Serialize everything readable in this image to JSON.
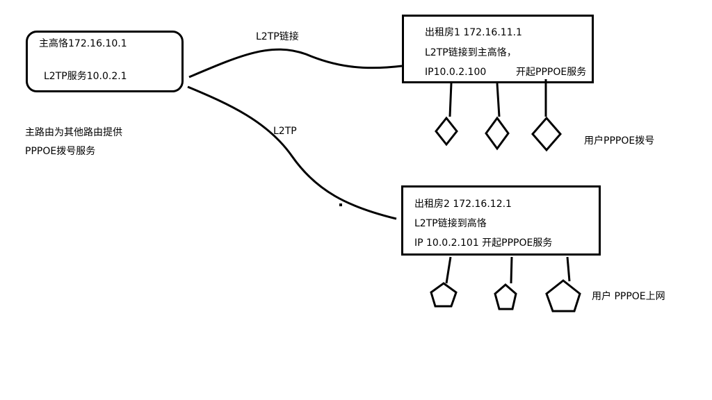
{
  "main_router": {
    "line1": "主高恪172.16.10.1",
    "line2": "L2TP服务10.0.2.1"
  },
  "main_note": {
    "line1": "主路由为其他路由提供",
    "line2": "PPPOE拨号服务"
  },
  "link_labels": {
    "top": "L2TP链接",
    "bottom": "L2TP"
  },
  "room1": {
    "line1": "出租房1  172.16.11.1",
    "line2": "L2TP链接到主高恪，",
    "line3_ip": "IP10.0.2.100",
    "line3_service": "开起PPPOE服务",
    "users_label": "用户PPPOE拨号"
  },
  "room2": {
    "line1": "出租房2 172.16.12.1",
    "line2": "L2TP链接到高恪",
    "line3": "IP 10.0.2.101  开起PPPOE服务",
    "users_label": "用户 PPPOE上网"
  }
}
